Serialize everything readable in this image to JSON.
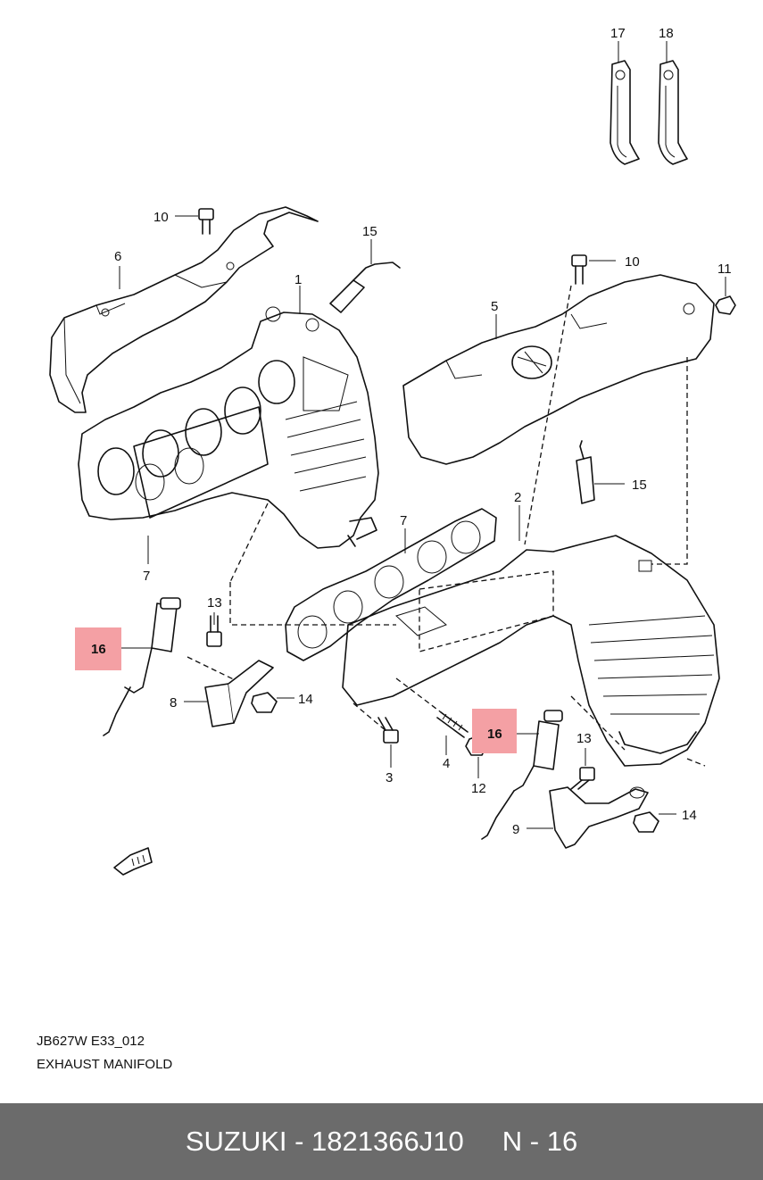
{
  "callouts": {
    "c1": "1",
    "c2": "2",
    "c3": "3",
    "c4": "4",
    "c5": "5",
    "c6": "6",
    "c7a": "7",
    "c7b": "7",
    "c8": "8",
    "c9": "9",
    "c10a": "10",
    "c10b": "10",
    "c11": "11",
    "c12": "12",
    "c13a": "13",
    "c13b": "13",
    "c14a": "14",
    "c14b": "14",
    "c15a": "15",
    "c15b": "15",
    "c16a": "16",
    "c16b": "16",
    "c17": "17",
    "c18": "18"
  },
  "highlight_color": "#f4a0a4",
  "caption": {
    "code": "JB627W E33_012",
    "title": "EXHAUST MANIFOLD"
  },
  "footer": {
    "text": "SUZUKI - 1821366J10     N - 16",
    "background": "#6b6b6b"
  }
}
